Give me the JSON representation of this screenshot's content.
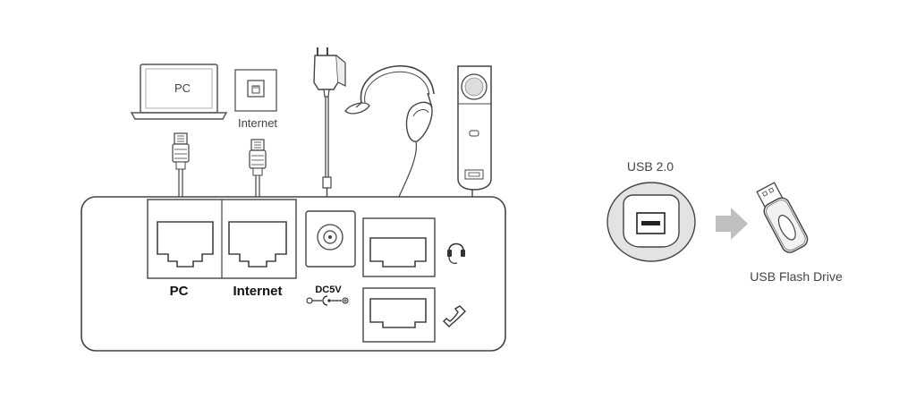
{
  "labels": {
    "pc_device": "PC",
    "internet_device": "Internet",
    "port_pc": "PC",
    "port_internet": "Internet",
    "port_dc": "DC5V",
    "usb_port": "USB 2.0",
    "usb_drive": "USB Flash Drive"
  }
}
